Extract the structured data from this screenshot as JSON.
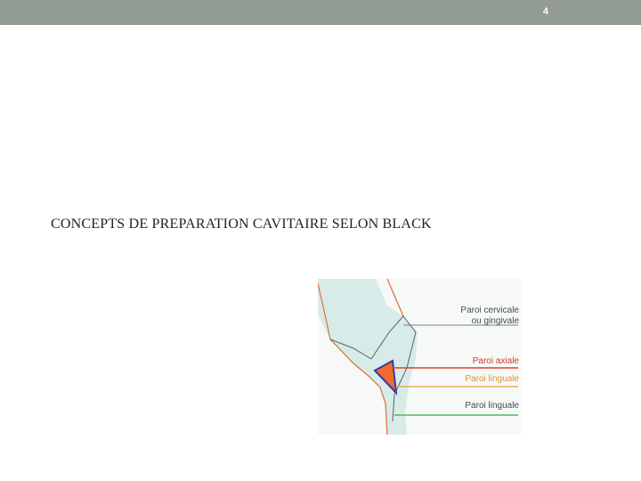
{
  "header": {
    "slide_number": "4",
    "bar_color": "#939c93"
  },
  "main": {
    "title": "CONCEPTS DE PREPARATION CAVITAIRE SELON BLACK"
  },
  "diagram": {
    "labels": {
      "cervical_line1": "Paroi cervicale",
      "cervical_line2": "ou gingivale",
      "axial": "Paroi axiale",
      "lingual_1": "Paroi linguale",
      "lingual_2": "Paroi linguale"
    },
    "colors": {
      "cervical": "#7a8088",
      "axial": "#e0402a",
      "lingual_1": "#e8a33a",
      "lingual_2": "#3aa842",
      "cavity_fill": "#f26a2e",
      "cavity_outline": "#3a3aa0",
      "tooth_fill": "#d7ece8",
      "tooth_outline": "#e07030"
    }
  }
}
